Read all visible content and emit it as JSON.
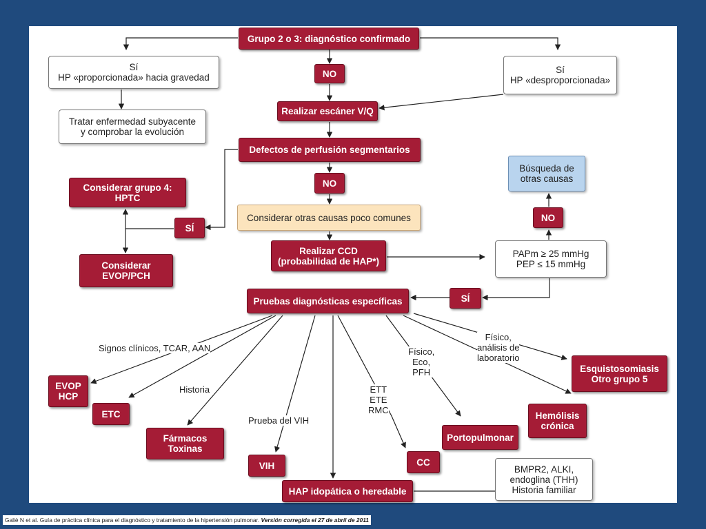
{
  "nodes": {
    "grupo23": "Grupo 2 o 3: diagnóstico confirmado",
    "si_prop": "Sí\nHP «proporcionada» hacia gravedad",
    "no1": "NO",
    "si_desprop": "Sí\nHP «desproporcionada»",
    "tratar": "Tratar enfermedad subyacente\ny comprobar la evolución",
    "escaner": "Realizar escáner V/Q",
    "defectos": "Defectos de perfusión segmentarios",
    "grupo4": "Considerar grupo 4:\nHPTC",
    "no2": "NO",
    "busqueda": "Búsqueda de\notras causas",
    "si1": "SÍ",
    "otras": "Considerar otras causas poco comunes",
    "no3": "NO",
    "evop": "Considerar\nEVOP/PCH",
    "ccd": "Realizar CCD\n(probabilidad de HAP*)",
    "papm": "PAPm ≥ 25 mmHg\nPEP ≤ 15 mmHg",
    "pruebas": "Pruebas diagnósticas específicas",
    "si2": "SÍ",
    "evop_hcp": "EVOP\nHCP",
    "etc": "ETC",
    "farmacos": "Fármacos\nToxinas",
    "vih": "VIH",
    "cc": "CC",
    "portopulmonar": "Portopulmonar",
    "hemolisis": "Hemólisis\ncrónica",
    "esquisto": "Esquistosomiasis\nOtro grupo 5",
    "hap": "HAP idopática o heredable",
    "bmpr2": "BMPR2, ALKI,\nendoglina (THH)\nHistoria familiar"
  },
  "labels": {
    "signos": "Signos clínicos, TCAR, AAN",
    "historia": "Historia",
    "prueba_vih": "Prueba del VIH",
    "ett": "ETT\nETE\nRMC",
    "fisico_eco": "Físico,\nEco,\nPFH",
    "fisico_lab": "Físico,\nanálisis de\nlaboratorio"
  },
  "footer": {
    "citation": "Galiè N et al. Guía de práctica clínica para el diagnóstico y tratamiento de la hipertensión pulmonar. ",
    "version": "Versión corregida el 27 de abril de 2011"
  },
  "colors": {
    "background": "#1f4a7d",
    "panel": "#ffffff",
    "red_box": "#a51c36",
    "peach_box": "#fce4bd",
    "blue_box": "#b9d4ee"
  }
}
